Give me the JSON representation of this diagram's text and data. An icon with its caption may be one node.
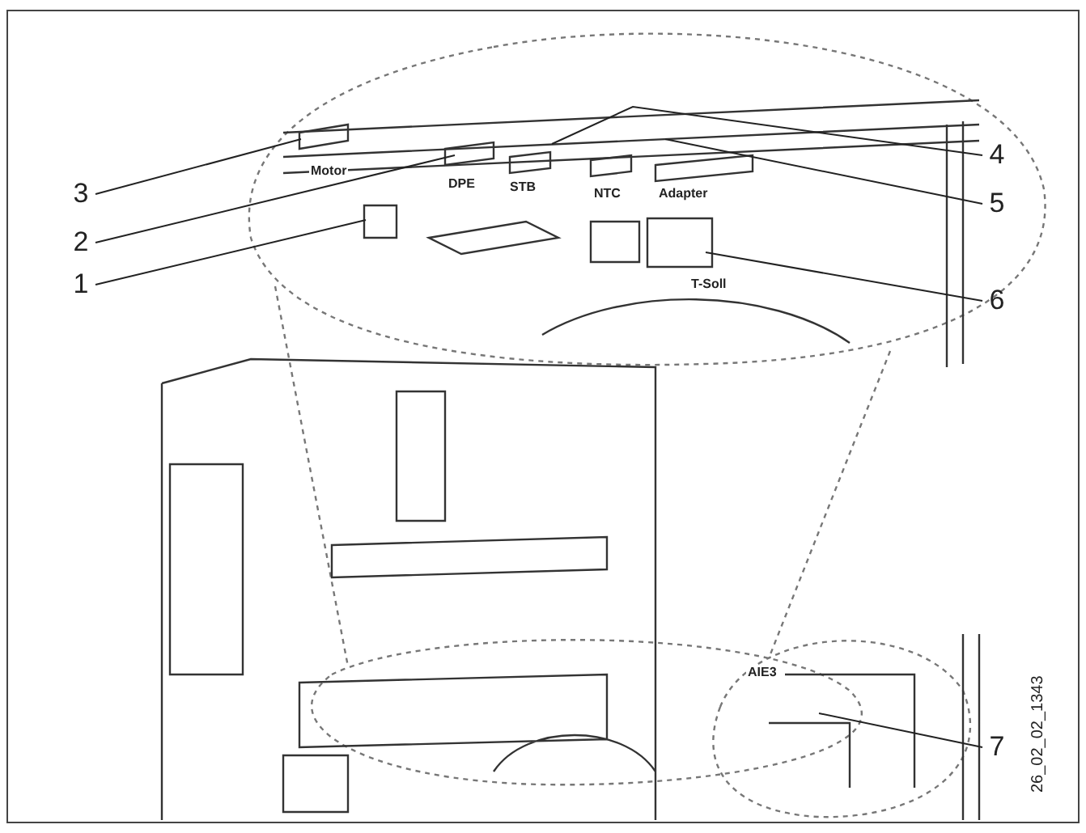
{
  "diagram": {
    "nodes": [
      {
        "text": [
          "1"
        ]
      },
      {
        "text": [
          "2"
        ]
      },
      {
        "text": [
          "3"
        ]
      },
      {
        "text": [
          "4"
        ]
      },
      {
        "text": [
          "5"
        ]
      },
      {
        "text": [
          "6"
        ]
      },
      {
        "text": [
          "7"
        ]
      }
    ],
    "edges": [
      {
        "from": 0,
        "to": null,
        "arrow": "none"
      },
      {
        "from": 1,
        "to": null,
        "arrow": "none"
      },
      {
        "from": 2,
        "to": null,
        "arrow": "none"
      },
      {
        "from": 3,
        "to": null,
        "arrow": "none"
      },
      {
        "from": 4,
        "to": null,
        "arrow": "none"
      },
      {
        "from": 5,
        "to": null,
        "arrow": "none"
      },
      {
        "from": 6,
        "to": null,
        "arrow": "none"
      }
    ],
    "labels": [
      "Motor",
      "DPE",
      "STB",
      "NTC",
      "Adapter",
      "T-Soll",
      "AIE3",
      "26_02_02_1343"
    ]
  }
}
